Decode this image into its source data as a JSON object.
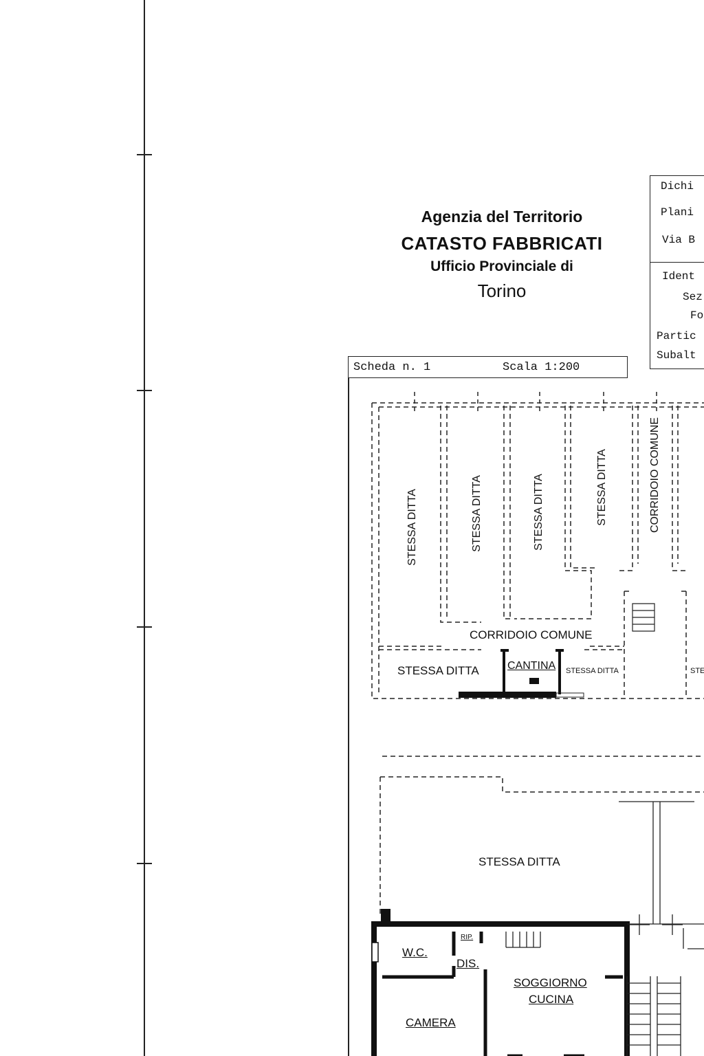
{
  "header": {
    "agency": "Agenzia del Territorio",
    "catasto": "CATASTO FABBRICATI",
    "ufficio": "Ufficio Provinciale di",
    "city": "Torino"
  },
  "info_box": {
    "line1": "Dichi",
    "line2": "Plani",
    "line3": "Via B",
    "line4": "Ident",
    "line5": "Sez",
    "line6": "Fo",
    "line7": "Partic",
    "line8": "Subalt"
  },
  "scheda": {
    "number": "Scheda n. 1",
    "scale": "Scala 1:200"
  },
  "plan_labels": {
    "stessa_ditta_1": "STESSA DITTA",
    "stessa_ditta_2": "STESSA DITTA",
    "stessa_ditta_3": "STESSA DITTA",
    "stessa_ditta_4": "STESSA DITTA",
    "corridoio_vertical": "CORRIDOIO COMUNE",
    "corridoio_horizontal": "CORRIDOIO COMUNE",
    "stessa_ditta_bottom_left": "STESSA DITTA",
    "cantina": "CANTINA",
    "stessa_ditta_small": "STESSA DITTA",
    "ste_partial": "STE",
    "stessa_ditta_upper_floor": "STESSA DITTA",
    "wc": "W.C.",
    "rip": "RIP.",
    "dis": "DIS.",
    "soggiorno": "SOGGIORNO",
    "cucina": "CUCINA",
    "camera": "CAMERA"
  }
}
